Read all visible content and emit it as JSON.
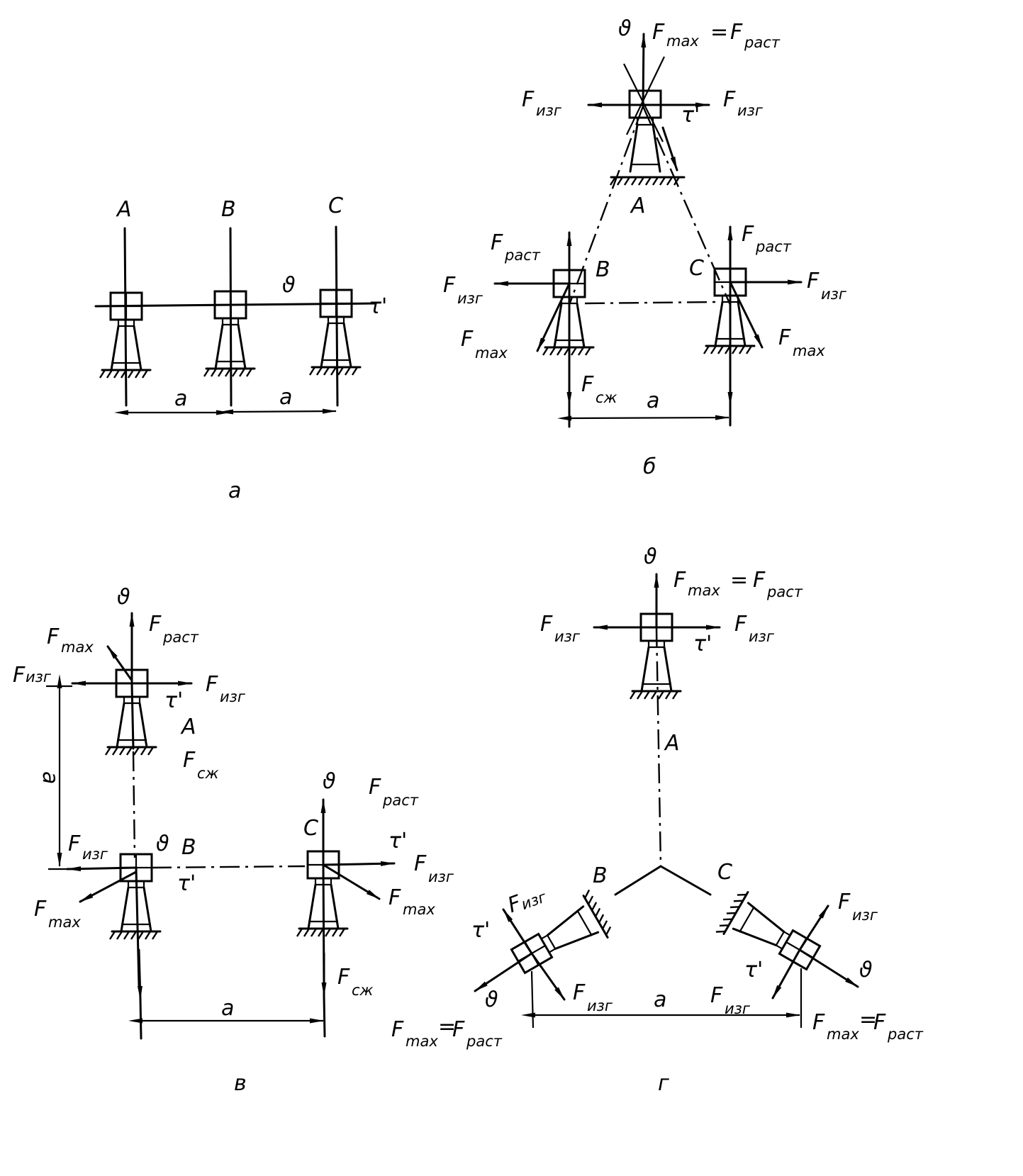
{
  "figure": {
    "panels": [
      {
        "id": "a",
        "caption": "а",
        "nodes": [
          "A",
          "B",
          "C"
        ],
        "labels": {
          "theta": "ϑ",
          "tau": "τ'",
          "dim1": "a",
          "dim2": "a"
        }
      },
      {
        "id": "b",
        "caption": "б",
        "nodes": [
          "A",
          "B",
          "C"
        ],
        "labels": {
          "theta": "ϑ",
          "tau": "τ'",
          "F": "F",
          "top_eq": "=",
          "sub_max": "max",
          "sub_rast": "раст",
          "sub_izg": "изг",
          "sub_szh": "сж",
          "dim": "a"
        }
      },
      {
        "id": "v",
        "caption": "в",
        "nodes": [
          "A",
          "B",
          "C"
        ],
        "labels": {
          "theta": "ϑ",
          "tau": "τ'",
          "F": "F",
          "sub_max": "max",
          "sub_rast": "раст",
          "sub_izg": "изг",
          "sub_szh": "сж",
          "dim_h": "a",
          "dim_v": "a"
        }
      },
      {
        "id": "g",
        "caption": "г",
        "nodes": [
          "A",
          "B",
          "C"
        ],
        "labels": {
          "theta": "ϑ",
          "tau": "τ'",
          "F": "F",
          "eq": "=",
          "sub_max": "max",
          "sub_rast": "раст",
          "sub_izg": "изг",
          "dim": "a"
        }
      }
    ]
  }
}
